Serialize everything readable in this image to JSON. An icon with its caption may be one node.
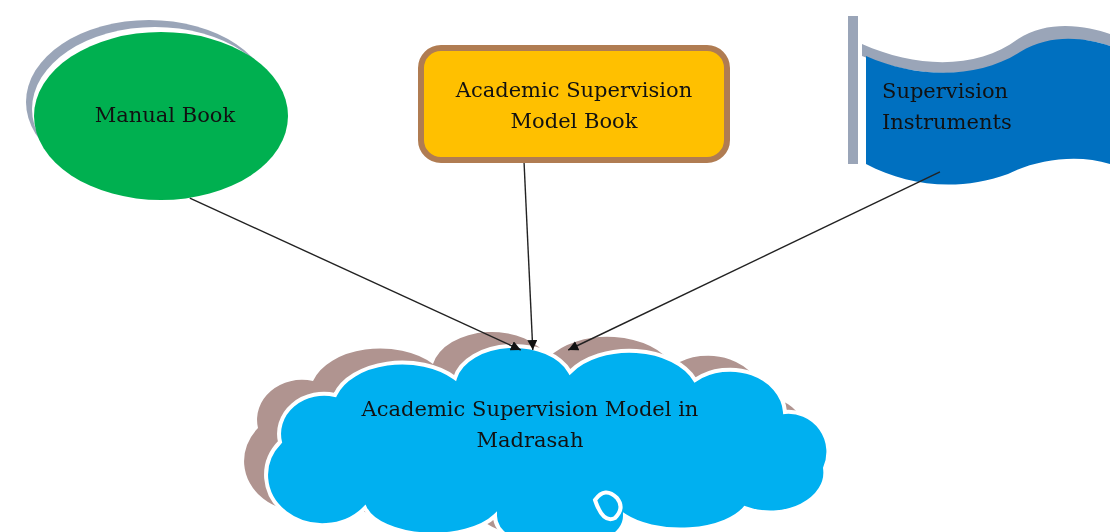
{
  "diagram": {
    "nodes": [
      {
        "text": [
          "Manual Book"
        ]
      },
      {
        "text": [
          "Academic Supervision Model Book"
        ]
      },
      {
        "text": [
          "Supervision Instruments"
        ]
      },
      {
        "text": [
          "Academic Supervision Model in Madrasah"
        ]
      }
    ],
    "edges": [
      {
        "from": 0,
        "to": 3,
        "arrow": "to"
      },
      {
        "from": 1,
        "to": 3,
        "arrow": "to"
      },
      {
        "from": 2,
        "to": 3,
        "arrow": "to"
      }
    ]
  }
}
